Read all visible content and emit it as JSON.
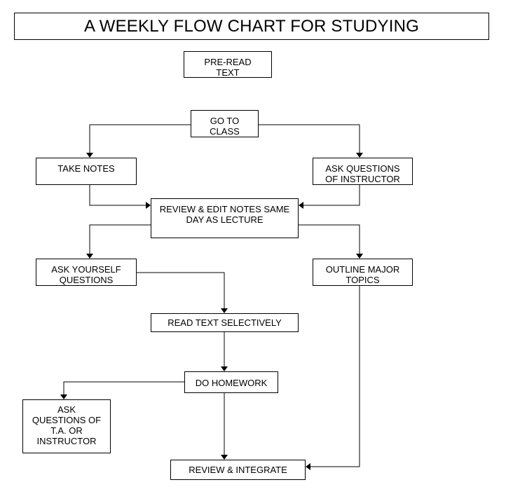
{
  "title": "A WEEKLY FLOW CHART FOR STUDYING",
  "nodes": {
    "pre_read": "PRE-READ\nTEXT",
    "go_to_class": "GO TO\nCLASS",
    "take_notes": "TAKE NOTES",
    "ask_instructor": "ASK QUESTIONS\nOF INSTRUCTOR",
    "review_edit": "REVIEW & EDIT NOTES SAME\nDAY AS LECTURE",
    "ask_yourself": "ASK YOURSELF\nQUESTIONS",
    "outline_topics": "OUTLINE MAJOR\nTOPICS",
    "read_selectively": "READ TEXT SELECTIVELY",
    "do_homework": "DO HOMEWORK",
    "ask_ta": "ASK\nQUESTIONS OF\nT.A. OR\nINSTRUCTOR",
    "review_integrate": "REVIEW & INTEGRATE"
  }
}
